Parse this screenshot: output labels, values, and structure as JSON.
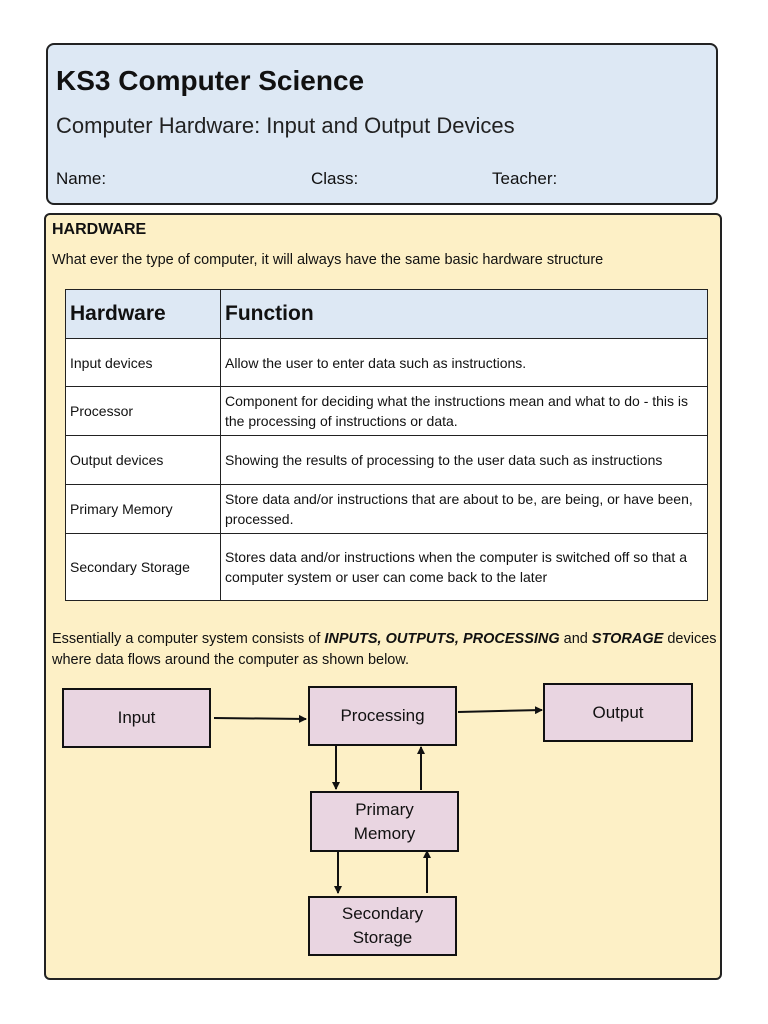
{
  "header": {
    "title": "KS3 Computer Science",
    "subtitle": "Computer Hardware: Input and Output Devices",
    "name_label": "Name:",
    "class_label": "Class:",
    "teacher_label": "Teacher:"
  },
  "section": {
    "heading": "HARDWARE",
    "intro": "What ever the type of computer, it will always have the same basic hardware structure"
  },
  "table": {
    "headers": [
      "Hardware",
      "Function"
    ],
    "rows": [
      {
        "hardware": "Input devices",
        "function": "Allow the user to enter data such as instructions."
      },
      {
        "hardware": "Processor",
        "function": "Component for deciding what the instructions mean and what to do - this is the processing of instructions or data."
      },
      {
        "hardware": "Output devices",
        "function": "Showing the results of processing to the user data such as instructions"
      },
      {
        "hardware": "Primary Memory",
        "function": "Store data and/or instructions that are about to be, are being, or have been, processed."
      },
      {
        "hardware": "Secondary Storage",
        "function": "Stores data and/or instructions when the computer is switched off so that a computer system or user can come back to the later"
      }
    ]
  },
  "essential": {
    "part1": "Essentially a computer system consists of ",
    "inputs": "INPUTS, OUTPUTS, PROCESSING",
    "and": " and ",
    "storage": "STORAGE",
    "part2": " devices where data flows around the computer as shown below."
  },
  "diagram": {
    "input": "Input",
    "processing": "Processing",
    "output": "Output",
    "primary_memory": "Primary Memory",
    "secondary_storage": "Secondary Storage"
  },
  "colors": {
    "header_bg": "#dde8f4",
    "main_bg": "#fdf0c6",
    "node_bg": "#e9d5e1"
  }
}
